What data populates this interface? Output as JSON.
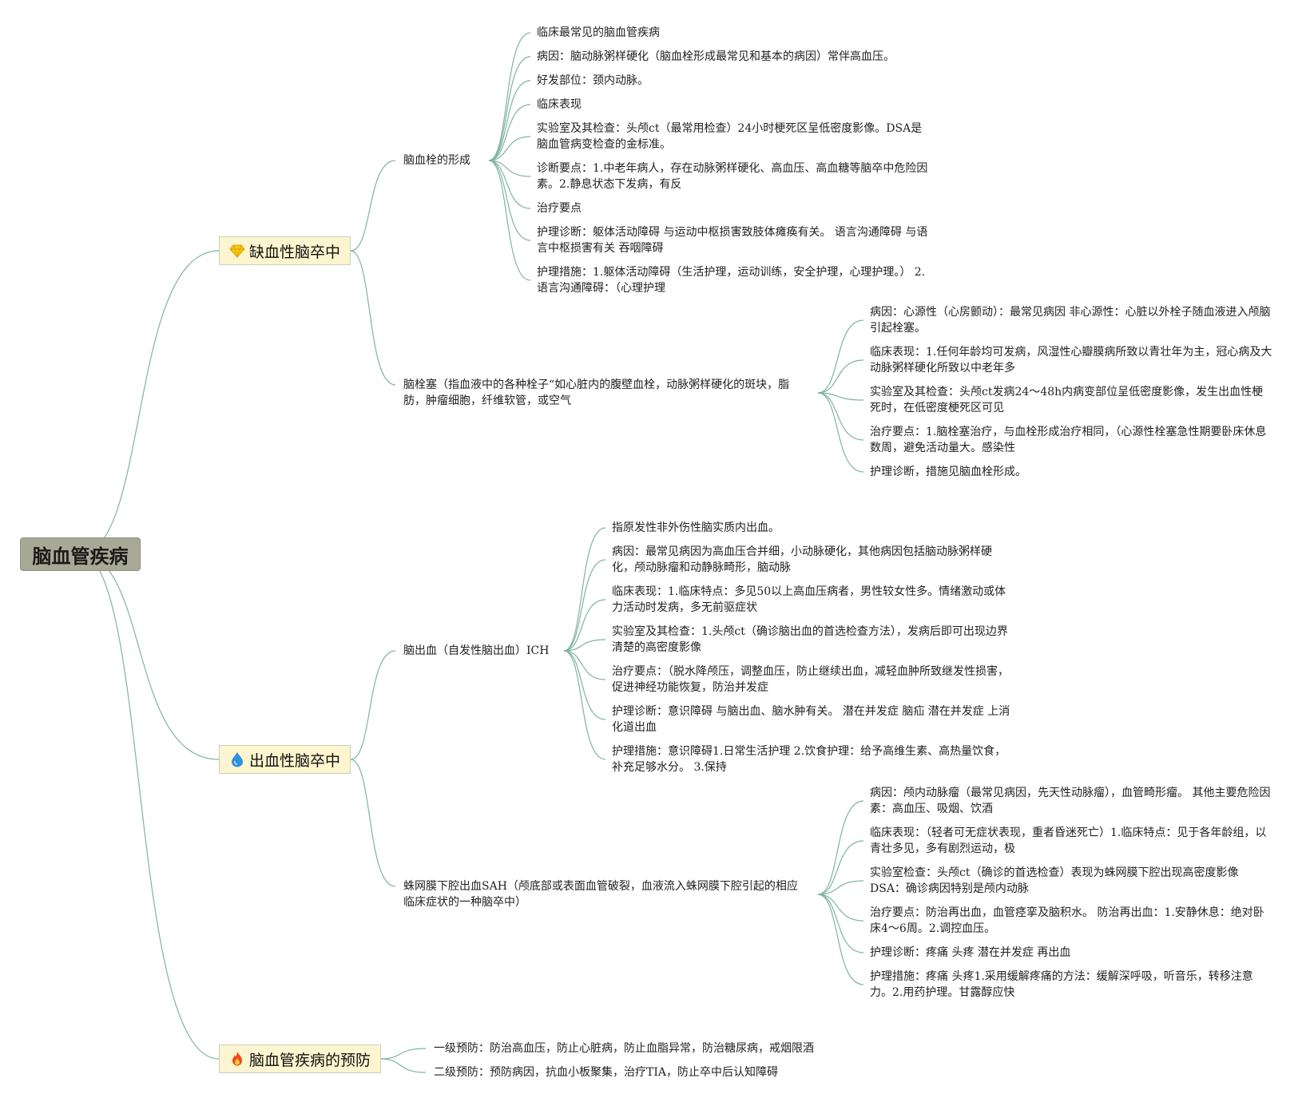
{
  "root": "脑血管疾病",
  "branches": {
    "ischemic": {
      "label": "缺血性脑卒中",
      "icon": "gem-icon"
    },
    "hemorrhagic": {
      "label": "出血性脑卒中",
      "icon": "water-drop-icon"
    },
    "prevention": {
      "label": "脑血管疾病的预防",
      "icon": "fire-icon"
    }
  },
  "subs": {
    "thrombus": "脑血栓的形成",
    "embolism": "脑栓塞（指血液中的各种栓子“如心脏内的腹壁血栓，动脉粥样硬化的斑块，脂肪，肿瘤细胞，纤维软管，或空气",
    "ich": "脑出血（自发性脑出血）ICH",
    "sah": "蛛网膜下腔出血SAH（颅底部或表面血管破裂，血液流入蛛网膜下腔引起的相应临床症状的一种脑卒中）"
  },
  "thrombus_items": [
    "临床最常见的脑血管疾病",
    "病因：脑动脉粥样硬化（脑血栓形成最常见和基本的病因）常伴高血压。",
    "好发部位：颈内动脉。",
    "临床表现",
    "实验室及其检查：头颅ct（最常用检查）24小时梗死区呈低密度影像。DSA是脑血管病变检查的金标准。",
    "诊断要点：1.中老年病人，存在动脉粥样硬化、高血压、高血糖等脑卒中危险因素。2.静息状态下发病，有反",
    "治疗要点",
    "护理诊断：躯体活动障碍 与运动中枢损害致肢体瘫痪有关。 语言沟通障碍 与语言中枢损害有关 吞咽障碍",
    "护理措施：1.躯体活动障碍（生活护理，运动训练，安全护理，心理护理。） 2.语言沟通障碍：（心理护理"
  ],
  "embolism_items": [
    "病因：心源性（心房颤动）：最常见病因 非心源性：心脏以外栓子随血液进入颅脑引起栓塞。",
    "临床表现：1.任何年龄均可发病，风湿性心瓣膜病所致以青壮年为主，冠心病及大动脉粥样硬化所致以中老年多",
    "实验室及其检查：头颅ct发病24～48h内病变部位呈低密度影像，发生出血性梗死时，在低密度梗死区可见",
    "治疗要点：1.脑栓塞治疗，与血栓形成治疗相同，（心源性栓塞急性期要卧床休息数周，避免活动量大。感染性",
    "护理诊断，措施见脑血栓形成。"
  ],
  "ich_items": [
    "指原发性非外伤性脑实质内出血。",
    "病因：最常见病因为高血压合并细，小动脉硬化，其他病因包括脑动脉粥样硬化，颅动脉瘤和动静脉畸形，脑动脉",
    "临床表现：1.临床特点：多见50以上高血压病者，男性较女性多。情绪激动或体力活动时发病，多无前驱症状",
    "实验室及其检查：1.头颅ct（确诊脑出血的首选检查方法），发病后即可出现边界清楚的高密度影像",
    "治疗要点：（脱水降颅压，调整血压，防止继续出血，减轻血肿所致继发性损害，促进神经功能恢复，防治并发症",
    "护理诊断：意识障碍 与脑出血、脑水肿有关。 潜在并发症 脑疝 潜在并发症 上消化道出血",
    "护理措施：意识障碍1.日常生活护理 2.饮食护理：给予高维生素、高热量饮食，补充足够水分。 3.保持"
  ],
  "sah_items": [
    "病因：颅内动脉瘤（最常见病因，先天性动脉瘤），血管畸形瘤。 其他主要危险因素：高血压、吸烟、饮酒",
    "临床表现：（轻者可无症状表现，重者昏迷死亡）1.临床特点：见于各年龄组，以青壮多见，多有剧烈运动，极",
    "实验室检查：头颅ct（确诊的首选检查）表现为蛛网膜下腔出现高密度影像 DSA：确诊病因特别是颅内动脉",
    "治疗要点：防治再出血，血管痉挛及脑积水。 防治再出血：1.安静休息：绝对卧床4～6周。2.调控血压。",
    "护理诊断：疼痛 头疼 潜在并发症 再出血",
    "护理措施：疼痛 头疼1.采用缓解疼痛的方法：缓解深呼吸，听音乐，转移注意力。2.用药护理。甘露醇应快"
  ],
  "prevention_items": [
    "一级预防：防治高血压，防止心脏病，防止血脂异常，防治糖尿病，戒烟限酒",
    "二级预防：预防病因，抗血小板聚集，治疗TIA，防止卒中后认知障碍"
  ],
  "colors": {
    "connector": "#7fb3a4",
    "main_fill": "#fdf5cf",
    "root_fill": "#a8a896"
  }
}
